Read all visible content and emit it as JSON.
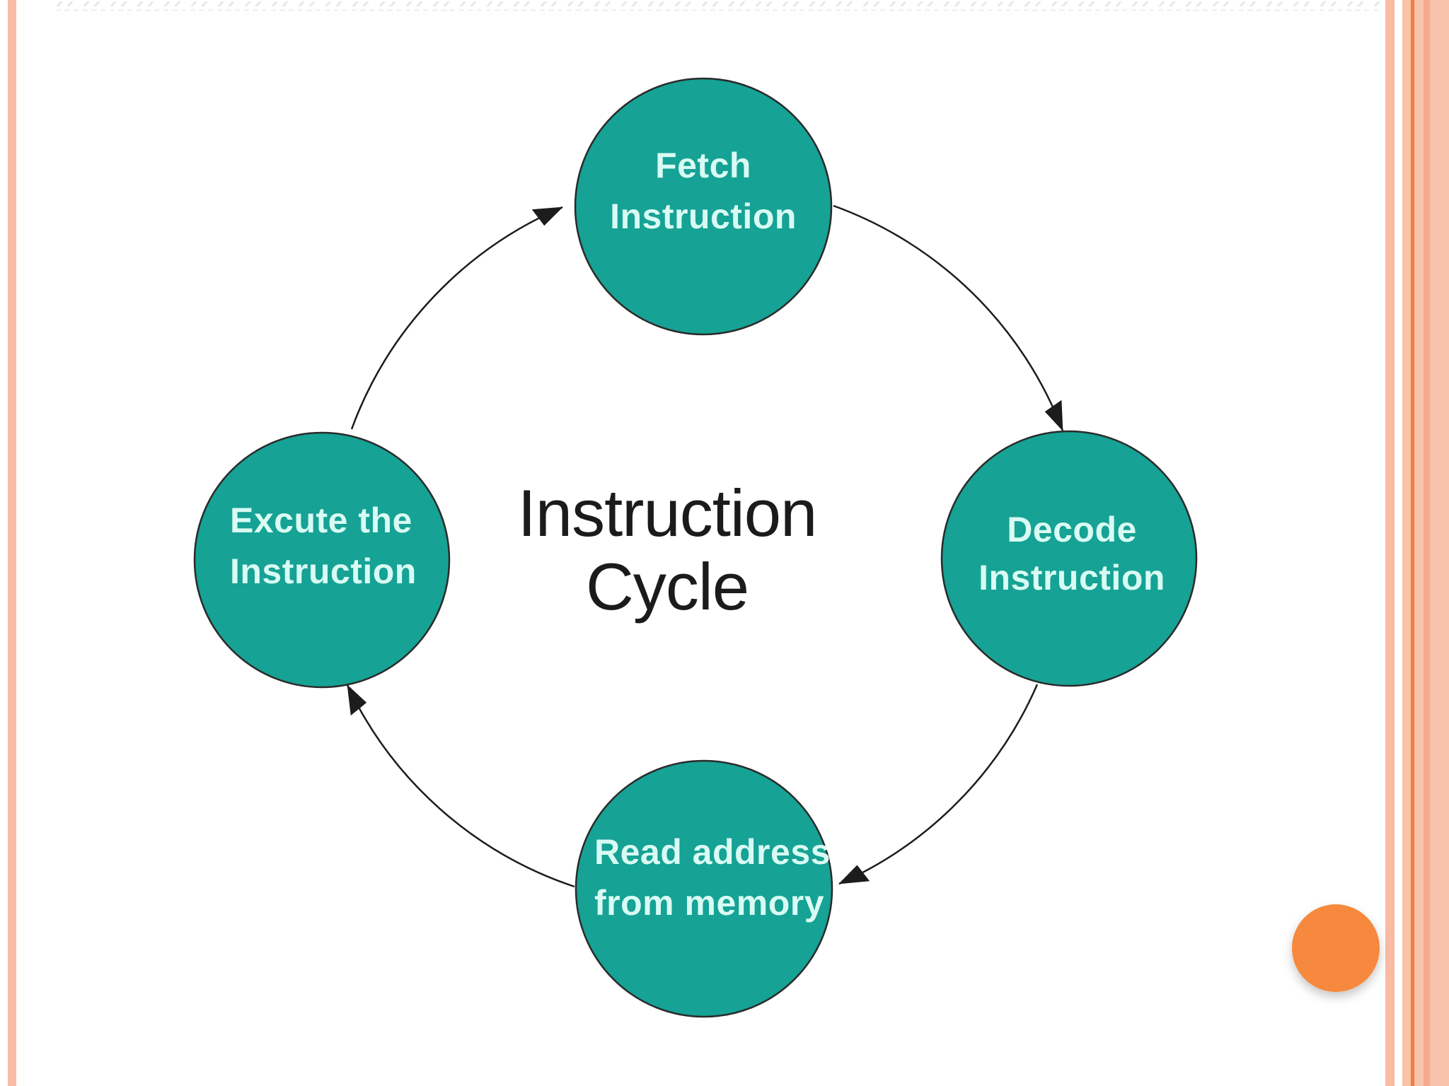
{
  "title": {
    "line1": "Instruction",
    "line2": "Cycle"
  },
  "nodes": {
    "fetch": {
      "line1": "Fetch",
      "line2": "Instruction"
    },
    "decode": {
      "line1": "Decode",
      "line2": "Instruction"
    },
    "read": {
      "line1": "Read address",
      "line2": "from memory"
    },
    "execute": {
      "line1": "Excute the",
      "line2": "Instruction"
    }
  },
  "colors": {
    "background": "#ffffff",
    "node_fill": "#16a295",
    "node_stroke": "#2a2a2a",
    "node_text": "#d8fbf3",
    "title_text": "#1b1b1b",
    "arrow": "#1c1c1c",
    "stripe_salmon": "#f9bba3",
    "band_peach": "#f9c2ab",
    "band_deep": "#f4ab8e",
    "accent_orange_line": "#ee7f3f",
    "orange_circle": "#f6893e",
    "top_pattern_dark": "#e9e9e4",
    "top_pattern_light": "#f3f3ef"
  }
}
